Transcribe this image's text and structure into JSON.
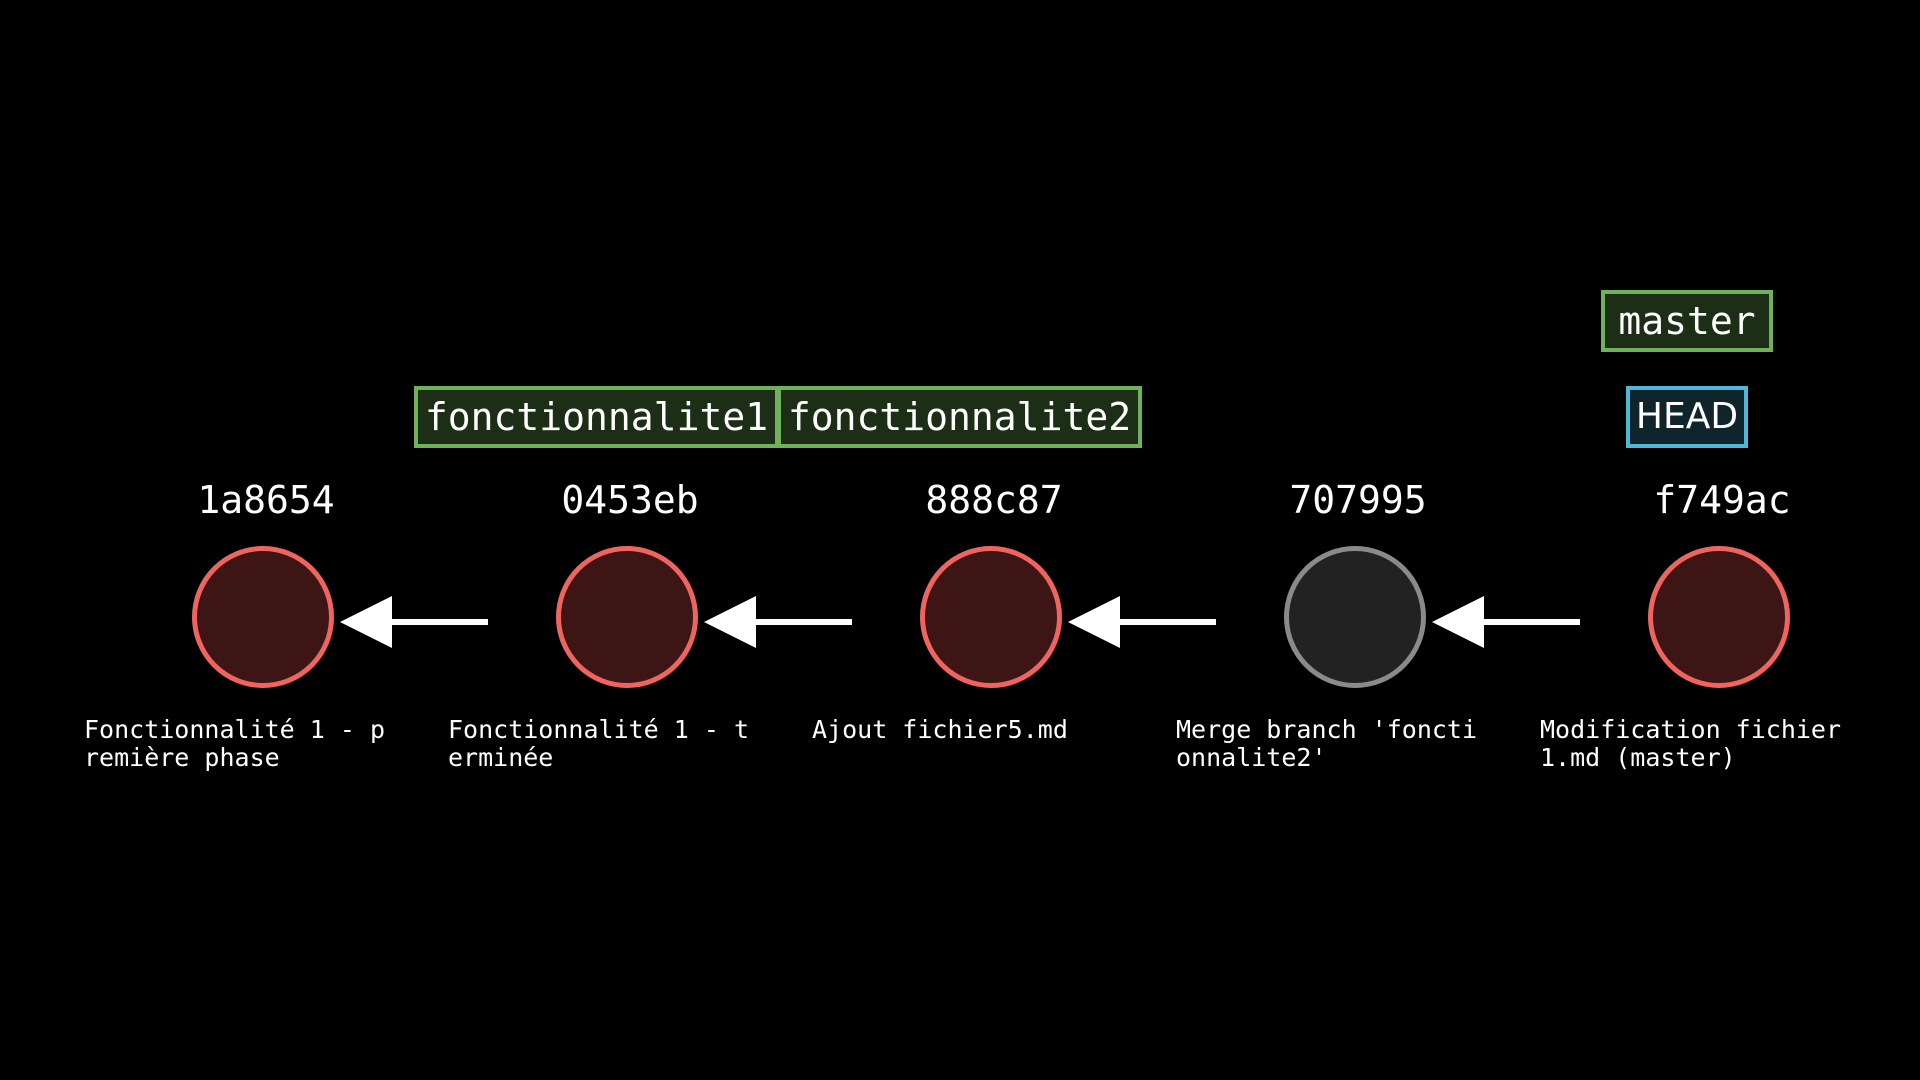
{
  "commits": [
    {
      "hash": "1a8654",
      "message": "Fonctionnalité 1 - p\nremière phase",
      "type": "commit"
    },
    {
      "hash": "0453eb",
      "message": "Fonctionnalité 1 - t\nerminée",
      "type": "commit"
    },
    {
      "hash": "888c87",
      "message": "Ajout fichier5.md",
      "type": "commit"
    },
    {
      "hash": "707995",
      "message": "Merge branch 'foncti\nonnalite2'",
      "type": "merge"
    },
    {
      "hash": "f749ac",
      "message": "Modification fichier\n1.md (master)",
      "type": "commit"
    }
  ],
  "refs": {
    "branch1": "fonctionnalite1",
    "branch2": "fonctionnalite2",
    "master": "master",
    "head": "HEAD"
  },
  "colors": {
    "background": "#000000",
    "commit_border": "#f06460",
    "commit_fill": "#3d1515",
    "merge_border": "#8a8a8a",
    "merge_fill": "#222222",
    "branch_border": "#6fb25a",
    "head_border": "#4db8d8",
    "arrow": "#ffffff"
  },
  "icons": {
    "parent_link": "arrow-left-icon"
  }
}
